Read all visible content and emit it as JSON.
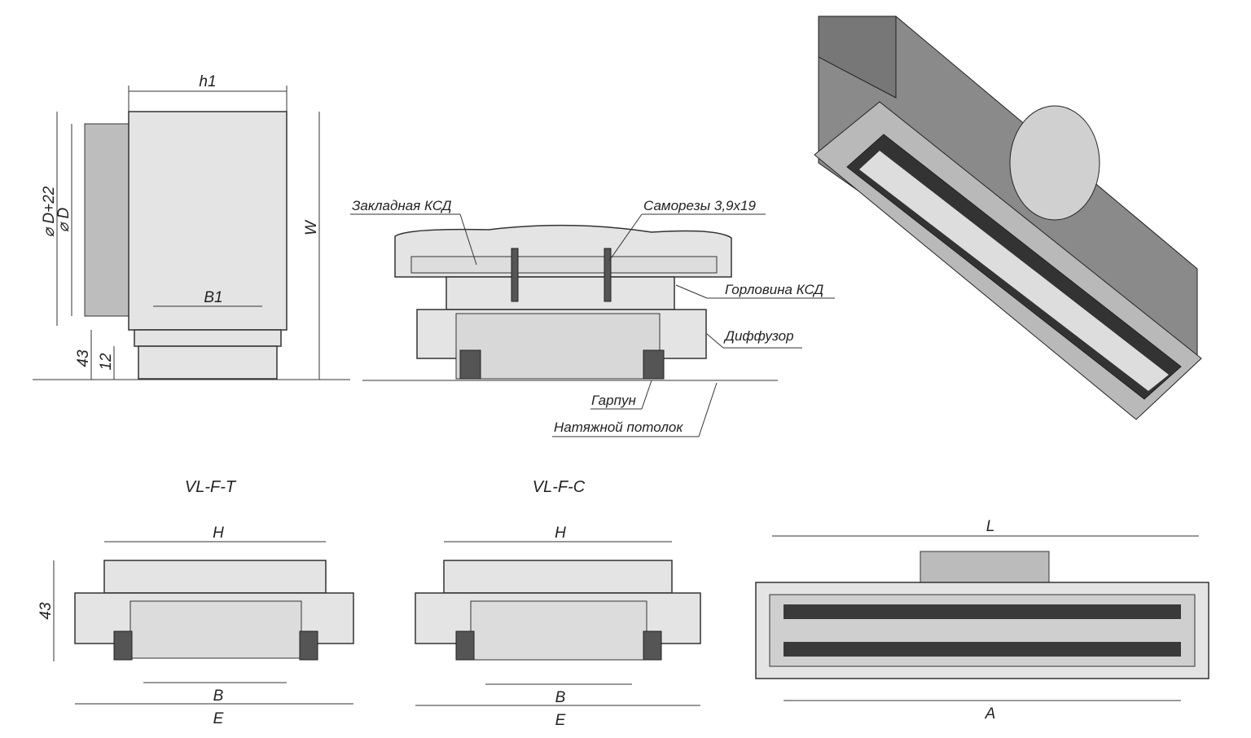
{
  "side_view": {
    "h1": "h1",
    "d22": "⌀ D+22",
    "d": "⌀ D",
    "w": "W",
    "b1": "B1",
    "h43": "43",
    "h12": "12"
  },
  "section": {
    "callouts": {
      "embed": "Закладная КСД",
      "screws": "Саморезы 3,9x19",
      "neck": "Горловина КСД",
      "diffuser": "Диффузор",
      "harpoon": "Гарпун",
      "ceiling": "Натяжной потолок"
    }
  },
  "vl_f_t": {
    "title": "VL-F-T",
    "h": "H",
    "h43": "43",
    "b": "B",
    "e": "E"
  },
  "vl_f_c": {
    "title": "VL-F-C",
    "h": "H",
    "b": "B",
    "e": "E"
  },
  "front_view": {
    "l": "L",
    "a": "A"
  }
}
